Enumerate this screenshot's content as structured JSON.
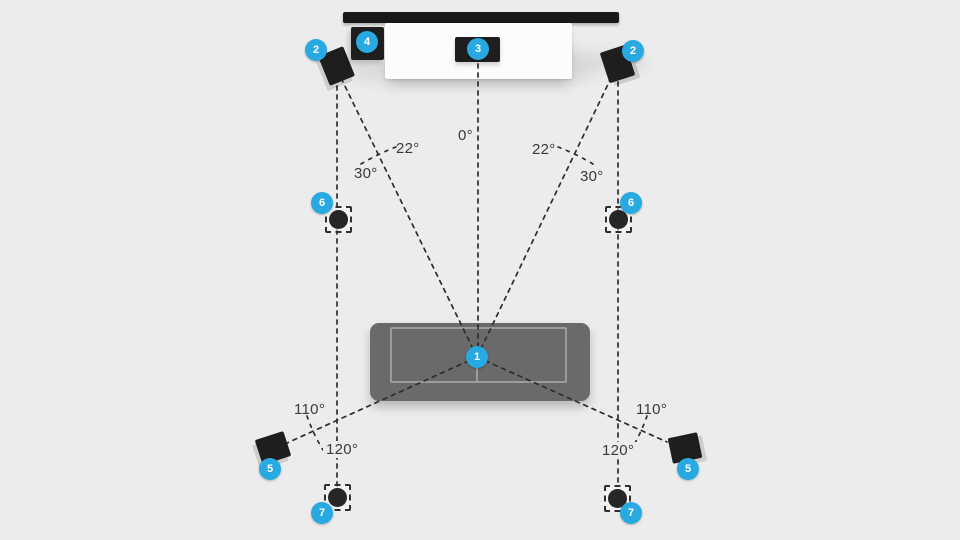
{
  "diagram": {
    "type": "surround-speaker-placement-top-view",
    "markers": {
      "m1": "1",
      "m2": "2",
      "m3": "3",
      "m4": "4",
      "m5": "5",
      "m6": "6",
      "m7": "7"
    },
    "angle_labels": {
      "center": "0°",
      "front_min": "22°",
      "front_max": "30°",
      "surround_min": "110°",
      "surround_max": "120°"
    },
    "colors": {
      "background": "#ececec",
      "badge_blue": "#29a9e1",
      "dashed_line": "#2d2d2d",
      "speaker_dark": "#1e1e1e",
      "sofa_gray": "#6a6a6a",
      "console_white": "#fcfcfc",
      "tv_black": "#181818"
    }
  }
}
